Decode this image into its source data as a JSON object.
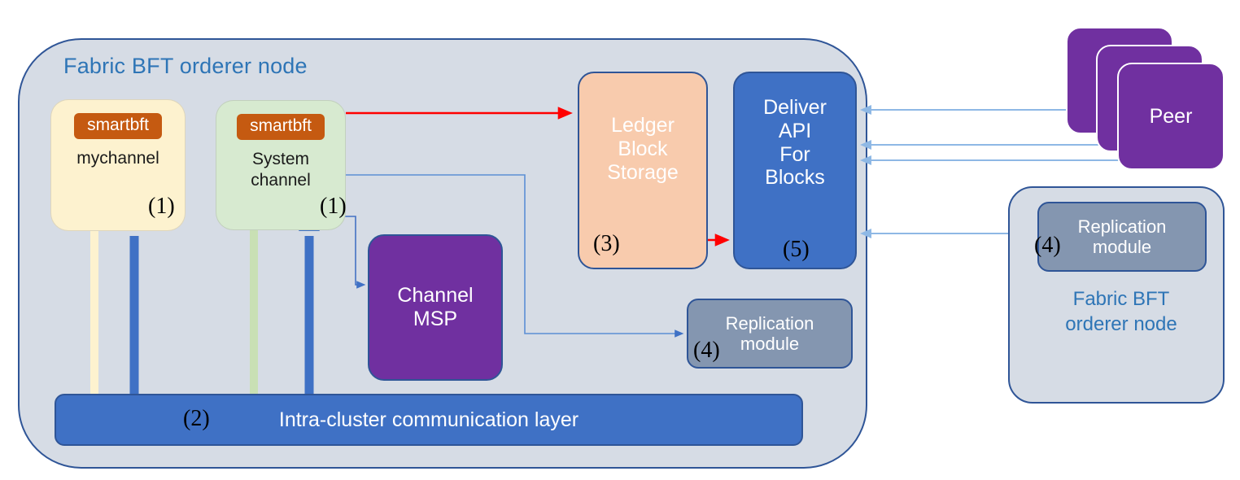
{
  "diagram": {
    "title_main_node": "Fabric BFT orderer node",
    "title_second_node_line1": "Fabric BFT",
    "title_second_node_line2": "orderer node"
  },
  "channels": [
    {
      "badge": "smartbft",
      "name": "mychannel",
      "step": "(1)",
      "color": "#fdf2cf",
      "arrow_color": "#fdf2cf"
    },
    {
      "badge": "smartbft",
      "name_line1": "System",
      "name_line2": "channel",
      "step": "(1)",
      "color": "#d7ead0",
      "arrow_color": "#c9e0b4"
    }
  ],
  "blocks": {
    "channel_msp": {
      "line1": "Channel",
      "line2": "MSP",
      "color": "#7030a0"
    },
    "ledger_storage": {
      "line1": "Ledger",
      "line2": "Block",
      "line3": "Storage",
      "step": "(3)",
      "color": "#f8cbad"
    },
    "deliver_api": {
      "line1": "Deliver",
      "line2": "API",
      "line3": "For",
      "line4": "Blocks",
      "step": "(5)",
      "color": "#3f71c5"
    },
    "replication_inner": {
      "line1": "Replication",
      "line2": "module",
      "step": "(4)",
      "color": "#8496b0"
    },
    "replication_second": {
      "line1": "Replication",
      "line2": "module",
      "step": "(4)",
      "color": "#8496b0"
    },
    "intra_cluster": {
      "label": "Intra-cluster communication layer",
      "step": "(2)",
      "color": "#3f71c5"
    }
  },
  "peers": [
    {
      "label": ""
    },
    {
      "label": ""
    },
    {
      "label": "Peer"
    }
  ],
  "colors": {
    "node_background": "#d6dce5",
    "node_border": "#2f5597",
    "title_text": "#2e75b6",
    "smartbft_badge": "#c55a11",
    "peer": "#7030a0",
    "red_arrow": "#ff0000",
    "blue_arrow": "#3f71c5",
    "light_blue_connector": "#6f9fd8"
  }
}
